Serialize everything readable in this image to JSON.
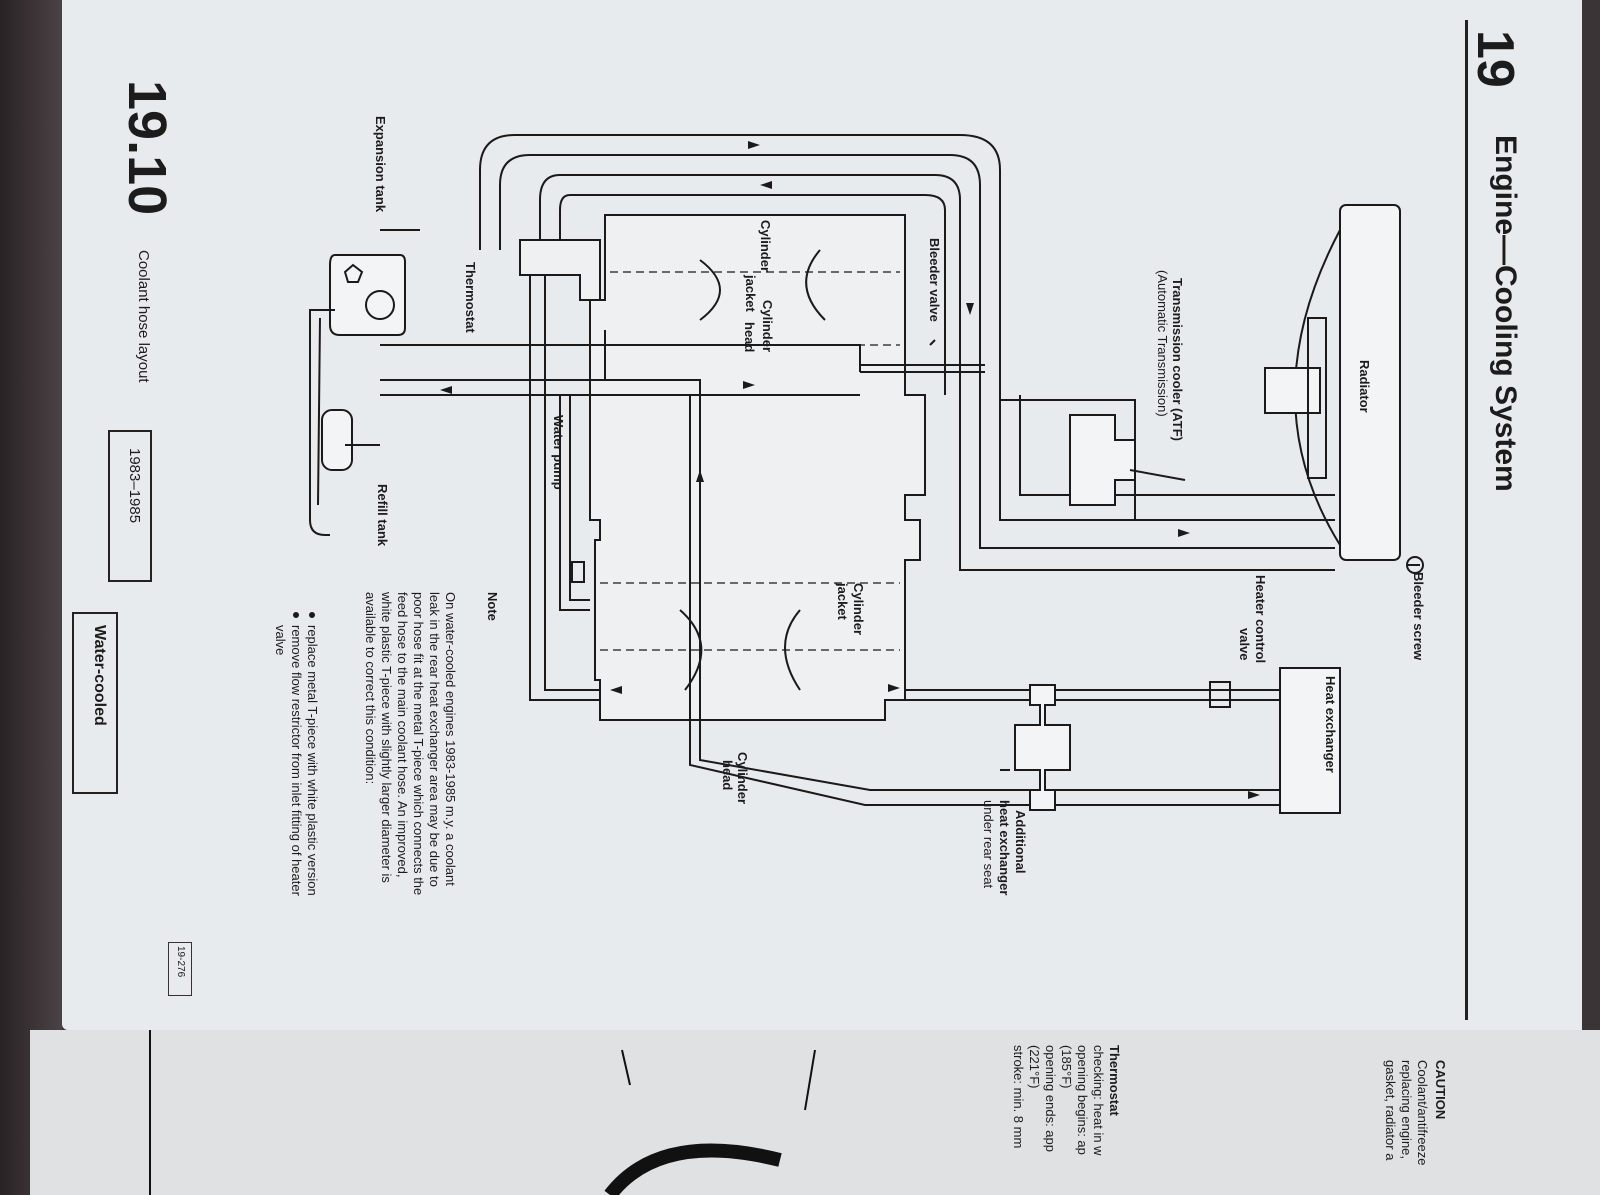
{
  "header": {
    "chapter_number": "19",
    "chapter_title": "Engine—Cooling System"
  },
  "figure": {
    "number": "19.10",
    "caption": "Coolant hose layout",
    "years_box": "1983–1985",
    "type_box": "Water-cooled",
    "figure_code": "19-276"
  },
  "labels": {
    "bleeder_screw": "Bleeder screw",
    "radiator": "Radiator",
    "heat_exchanger": "Heat exchanger",
    "heater_control_valve_1": "Heater control",
    "heater_control_valve_2": "valve",
    "transmission_cooler_1": "Transmission cooler (ATF)",
    "transmission_cooler_2": "(Automatic Transmission)",
    "bleeder_valve": "Bleeder valve",
    "cylinder_head_left_1": "Cylinder",
    "cylinder_head_left_2": "head",
    "cylinder_jacket_left_1": "Cylinder",
    "cylinder_jacket_left_2": "jacket",
    "thermostat": "Thermostat",
    "expansion_tank": "Expansion tank",
    "water_pump": "Water pump",
    "refill_tank": "Refill tank",
    "cylinder_jacket_right_1": "Cylinder",
    "cylinder_jacket_right_2": "jacket",
    "cylinder_head_right_1": "Cylinder",
    "cylinder_head_right_2": "head",
    "additional_hx_1": "Additional",
    "additional_hx_2": "heat exchanger",
    "additional_hx_3": "under rear seat"
  },
  "note": {
    "title": "Note",
    "lines": [
      "On water-cooled engines 1983-1985 m.y. a coolant",
      "leak in the rear heat exchanger area may be due to",
      "poor hose fit at the metal T-piece which connects the",
      "feed hose to the main coolant hose. An improved,",
      "white plastic T-piece with slightly larger diameter is",
      "available to correct this condition:"
    ],
    "bullet1": "replace metal T-piece with white plastic version",
    "bullet2_1": "remove flow restrictor from inlet fitting of heater",
    "bullet2_2": "valve"
  },
  "sidebar": {
    "caution_title": "CAUTION",
    "caution_lines": [
      "Coolant/antifreeze",
      "replacing engine,",
      "gasket, radiator a"
    ],
    "thermostat_title": "Thermostat",
    "thermostat_lines": [
      "checking: heat in w",
      "opening begins: ap",
      "(185°F)",
      "opening ends: app",
      "(221°F)",
      "stroke: min. 8 mm"
    ]
  }
}
